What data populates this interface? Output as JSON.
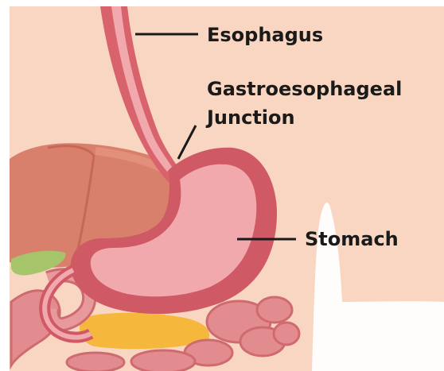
{
  "labels": {
    "esophagus": "Esophagus",
    "gej_line1": "Gastroesophageal",
    "gej_line2": "Junction",
    "stomach": "Stomach"
  },
  "colors": {
    "background_skin": "#f9d6c2",
    "liver": "#d9806c",
    "stomach_wall": "#cf5a66",
    "stomach_lining": "#f1a9ae",
    "esophagus": "#d9636d",
    "intestine": "#e38c8f",
    "fat": "#f6b83c",
    "gallbladder": "#a6c46a",
    "label_text": "#1a1a1a"
  }
}
